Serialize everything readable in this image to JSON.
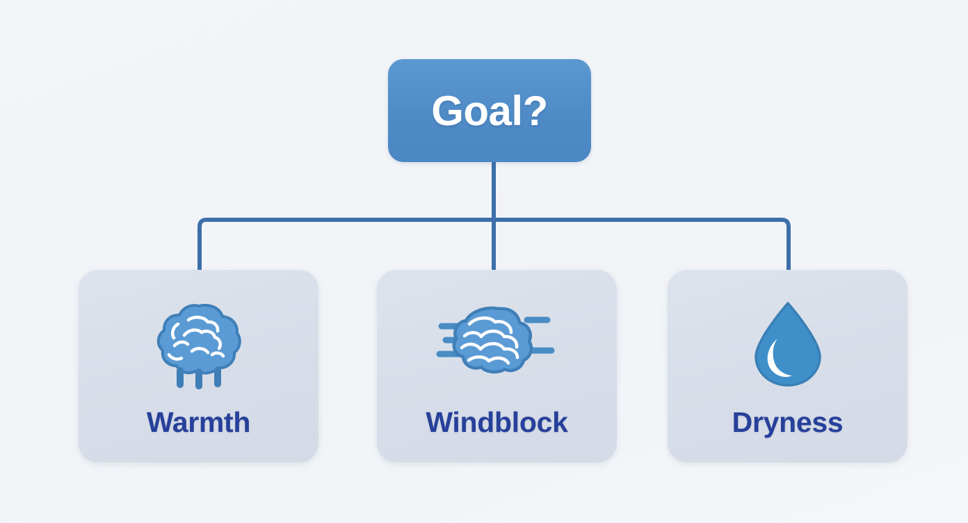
{
  "diagram": {
    "type": "tree",
    "title": "Goal selection tree",
    "background_color": "#f2f4f8",
    "connector_color": "#3d6fa8",
    "root": {
      "label": "Goal?",
      "text_color": "#ffffff",
      "fill_color": "#5090cc"
    },
    "children": [
      {
        "label": "Warmth",
        "icon": "wool-fleece-icon",
        "icon_color": "#5b9bd5",
        "fill_color": "#d8dfe9",
        "text_color": "#27409a"
      },
      {
        "label": "Windblock",
        "icon": "wind-cloud-icon",
        "icon_color": "#5b9bd5",
        "fill_color": "#d8dfe9",
        "text_color": "#27409a"
      },
      {
        "label": "Dryness",
        "icon": "water-droplet-icon",
        "icon_color": "#3f8fc9",
        "fill_color": "#d8dfe9",
        "text_color": "#27409a"
      }
    ]
  }
}
